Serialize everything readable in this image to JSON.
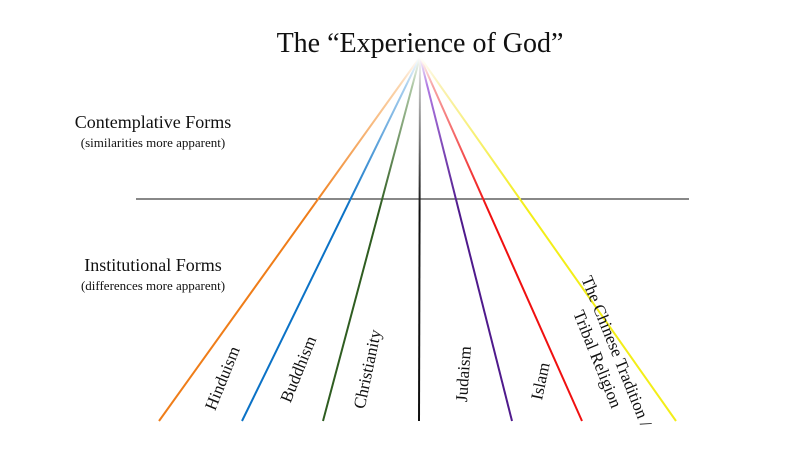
{
  "title": "The “Experience of God”",
  "sections": {
    "contemplative": {
      "heading": "Contemplative Forms",
      "note": "(similarities more apparent)"
    },
    "institutional": {
      "heading": "Institutional Forms",
      "note": "(differences more apparent)"
    }
  },
  "traditions": [
    {
      "id": "hinduism",
      "lines": [
        "Hinduism"
      ],
      "color": "#ef7d19",
      "faded_color": "#fbd5ad"
    },
    {
      "id": "buddhism",
      "lines": [
        "Buddhism"
      ],
      "color": "#0b72c6",
      "faded_color": "#a8cfee"
    },
    {
      "id": "christianity",
      "lines": [
        "Christianity"
      ],
      "color": "#2f5d21",
      "faded_color": "#adc7a4"
    },
    {
      "id": "center",
      "lines": [],
      "color": "#111111",
      "faded_color": "#c4c4c4"
    },
    {
      "id": "judaism",
      "lines": [
        "Judaism"
      ],
      "color": "#4f1a8c",
      "faded_color": "#b07ae3"
    },
    {
      "id": "islam",
      "lines": [
        "Islam"
      ],
      "color": "#f01010",
      "faded_color": "#f7a3a3"
    },
    {
      "id": "chinese-tribal",
      "lines": [
        "The Chinese Tradition /",
        "Tribal Religion"
      ],
      "color": "#f3ee18",
      "faded_color": "#faf1b3"
    }
  ]
}
